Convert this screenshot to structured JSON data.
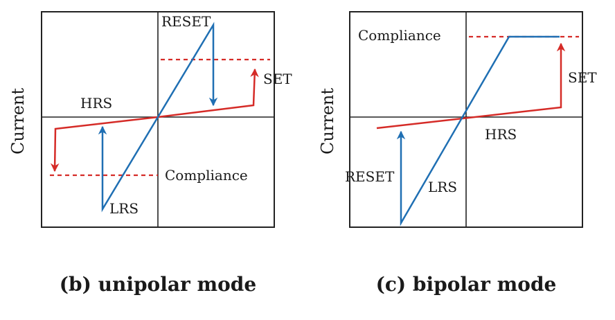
{
  "colors": {
    "red": "#d52b27",
    "blue": "#1f6fb3",
    "frame": "#222222",
    "text": "#1a1a1a"
  },
  "panel_b": {
    "ylabel": "Current",
    "caption": "(b) unipolar mode",
    "labels": {
      "reset": "RESET",
      "set": "SET",
      "hrs": "HRS",
      "lrs": "LRS",
      "compliance": "Compliance"
    }
  },
  "panel_c": {
    "ylabel": "Current",
    "caption": "(c) bipolar mode",
    "labels": {
      "compliance": "Compliance",
      "set": "SET",
      "hrs": "HRS",
      "reset": "RESET",
      "lrs": "LRS"
    }
  }
}
